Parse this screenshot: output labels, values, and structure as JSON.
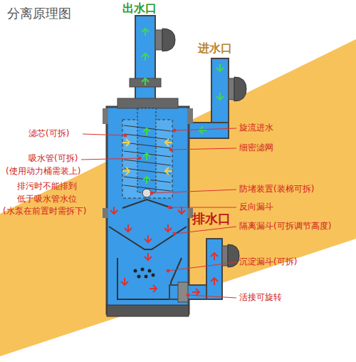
{
  "diagram": {
    "title": "分离原理图",
    "labels": [
      "出水口",
      "进水口",
      "滤芯(可拆)",
      "吸水管(可拆)",
      "(使用动力桶需装上)",
      "排污时不能排到 低于吸水管水位",
      "(水泵在前置时需拆下)",
      "旋流进水",
      "细密滤网",
      "防堵装置(装棉可拆)",
      "反向漏斗",
      "排水口",
      "隔离漏斗(可拆调节高度)",
      "沉淀漏斗(可拆)",
      "活接可旋转"
    ]
  }
}
